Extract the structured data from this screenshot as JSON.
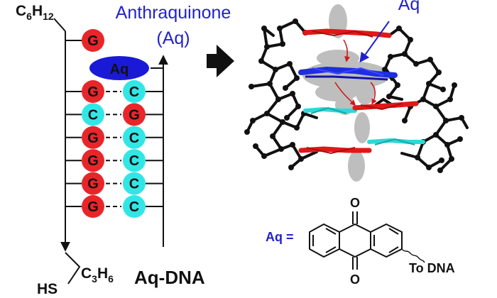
{
  "labels": {
    "aq_name": "Anthraquinone",
    "aq_abbr_paren": "(Aq)",
    "aq_pointer": "Aq",
    "aq_block": "Aq",
    "aq_equals": "Aq =",
    "to_dna": "To DNA",
    "title": "Aq-DNA",
    "oxygen": "O",
    "top_linker": {
      "c": "C",
      "c_sub": "6",
      "h": "H",
      "h_sub": "12"
    },
    "bottom_linker": {
      "hs": "HS",
      "c": "C",
      "c_sub": "3",
      "h": "H",
      "h_sub": "6"
    }
  },
  "strand": {
    "overhang": "G",
    "pairs": [
      {
        "left": "G",
        "right": "C"
      },
      {
        "left": "C",
        "right": "G"
      },
      {
        "left": "G",
        "right": "C"
      },
      {
        "left": "G",
        "right": "C"
      },
      {
        "left": "G",
        "right": "C"
      },
      {
        "left": "G",
        "right": "C"
      }
    ]
  },
  "colors": {
    "guanine": "#e8262a",
    "cytosine": "#33e6e6",
    "aq": "#1a1ad6",
    "label_blue": "#2222cc",
    "red_base": "#e01818",
    "cyan_base": "#2ed8d8",
    "blue_base": "#1e2ee0",
    "backbone": "#111111"
  }
}
